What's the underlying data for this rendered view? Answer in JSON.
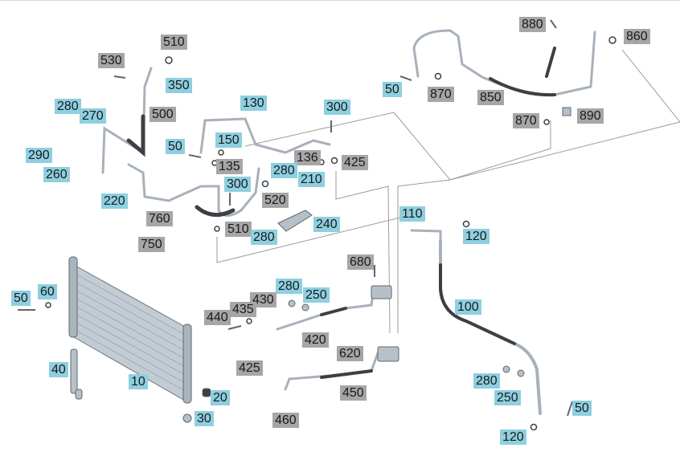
{
  "colors": {
    "blue_label": "#8ecfe0",
    "gray_label": "#a6a6a6",
    "part": "#b9c2cb",
    "hose": "#3c3f43"
  },
  "labels": [
    {
      "text": "510",
      "style": "gray"
    },
    {
      "text": "530",
      "style": "gray"
    },
    {
      "text": "350",
      "style": "blue"
    },
    {
      "text": "500",
      "style": "gray"
    },
    {
      "text": "280",
      "style": "blue"
    },
    {
      "text": "270",
      "style": "blue"
    },
    {
      "text": "130",
      "style": "blue"
    },
    {
      "text": "300",
      "style": "blue"
    },
    {
      "text": "50",
      "style": "blue"
    },
    {
      "text": "150",
      "style": "blue"
    },
    {
      "text": "135",
      "style": "gray"
    },
    {
      "text": "136",
      "style": "gray"
    },
    {
      "text": "425",
      "style": "gray"
    },
    {
      "text": "290",
      "style": "blue"
    },
    {
      "text": "260",
      "style": "blue"
    },
    {
      "text": "280",
      "style": "blue"
    },
    {
      "text": "210",
      "style": "blue"
    },
    {
      "text": "300",
      "style": "blue"
    },
    {
      "text": "520",
      "style": "gray"
    },
    {
      "text": "220",
      "style": "blue"
    },
    {
      "text": "760",
      "style": "gray"
    },
    {
      "text": "240",
      "style": "blue"
    },
    {
      "text": "510",
      "style": "gray"
    },
    {
      "text": "280",
      "style": "blue"
    },
    {
      "text": "750",
      "style": "gray"
    },
    {
      "text": "880",
      "style": "gray"
    },
    {
      "text": "860",
      "style": "gray"
    },
    {
      "text": "50",
      "style": "blue"
    },
    {
      "text": "870",
      "style": "gray"
    },
    {
      "text": "850",
      "style": "gray"
    },
    {
      "text": "870",
      "style": "gray"
    },
    {
      "text": "890",
      "style": "gray"
    },
    {
      "text": "110",
      "style": "blue"
    },
    {
      "text": "120",
      "style": "blue"
    },
    {
      "text": "680",
      "style": "gray"
    },
    {
      "text": "50",
      "style": "blue"
    },
    {
      "text": "60",
      "style": "blue"
    },
    {
      "text": "280",
      "style": "blue"
    },
    {
      "text": "430",
      "style": "gray"
    },
    {
      "text": "250",
      "style": "blue"
    },
    {
      "text": "440",
      "style": "gray"
    },
    {
      "text": "435",
      "style": "gray"
    },
    {
      "text": "100",
      "style": "blue"
    },
    {
      "text": "420",
      "style": "gray"
    },
    {
      "text": "620",
      "style": "gray"
    },
    {
      "text": "40",
      "style": "blue"
    },
    {
      "text": "425",
      "style": "gray"
    },
    {
      "text": "10",
      "style": "blue"
    },
    {
      "text": "450",
      "style": "gray"
    },
    {
      "text": "280",
      "style": "blue"
    },
    {
      "text": "20",
      "style": "blue"
    },
    {
      "text": "250",
      "style": "blue"
    },
    {
      "text": "50",
      "style": "blue"
    },
    {
      "text": "30",
      "style": "blue"
    },
    {
      "text": "460",
      "style": "gray"
    },
    {
      "text": "120",
      "style": "blue"
    }
  ]
}
